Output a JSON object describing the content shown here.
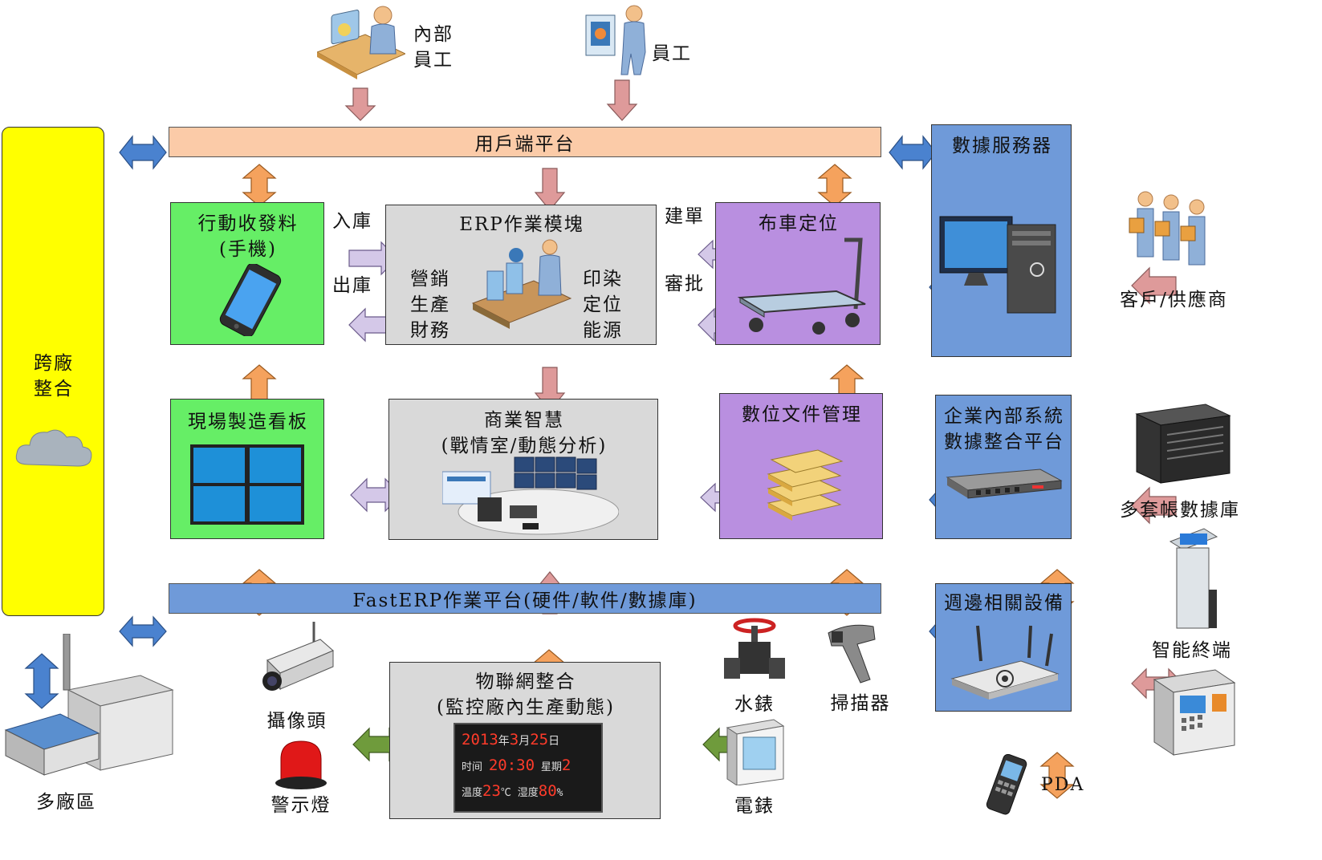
{
  "nodes": {
    "staff_internal": [
      "內部",
      "員工"
    ],
    "staff": "員工",
    "client_platform": "用戶端平台",
    "cross_plant": [
      "跨廠",
      "整合"
    ],
    "mobile": [
      "行動收發料",
      "(手機)"
    ],
    "erp_module": {
      "title": "ERP作業模塊",
      "left": [
        "營銷",
        "生產",
        "財務"
      ],
      "right": [
        "印染",
        "定位",
        "能源"
      ]
    },
    "cart": "布車定位",
    "data_server": "數據服務器",
    "customer_supplier": "客戶/供應商",
    "in_stock": "入庫",
    "out_stock": "出庫",
    "create_order": "建單",
    "approve": "審批",
    "kanban": "現場製造看板",
    "bi": [
      "商業智慧",
      "(戰情室/動態分析)"
    ],
    "docs": "數位文件管理",
    "enterprise": [
      "企業內部系統",
      "數據整合平台"
    ],
    "multi_db": "多套帳數據庫",
    "fasterp": "FastERP作業平台(硬件/軟件/數據庫)",
    "peripheral": "週邊相關設備",
    "smart_terminal": "智能終端",
    "scanner": "掃描器",
    "pda": "PDA",
    "iot": [
      "物聯網整合",
      "(監控廠內生產動態)"
    ],
    "camera": "攝像頭",
    "alarm": "警示燈",
    "water_meter": "水錶",
    "power_meter": "電錶",
    "multi_plant": "多廠區"
  },
  "led_display": {
    "row1": {
      "year": "2013",
      "year_unit": "年",
      "month": "3",
      "month_unit": "月",
      "day": "25",
      "day_unit": "日"
    },
    "row2": {
      "label": "时间",
      "time": "20:30",
      "week_label": "星期",
      "week": "2"
    },
    "row3": {
      "temp_label": "温度",
      "temp": "23",
      "temp_unit": "℃",
      "hum_label": "湿度",
      "hum": "80",
      "hum_unit": "%"
    }
  },
  "colors": {
    "yellow": "#ffff00",
    "peach": "#fbcba8",
    "green": "#66ee66",
    "gray": "#d9d9d9",
    "purple": "#b98fe0",
    "blue": "#6f9ad9",
    "arrow_orange": "#f5a25d",
    "arrow_pink": "#de9a9a",
    "arrow_lavender": "#d4c8e8",
    "arrow_blue": "#4a82cf",
    "arrow_olive": "#6f9b3c"
  }
}
